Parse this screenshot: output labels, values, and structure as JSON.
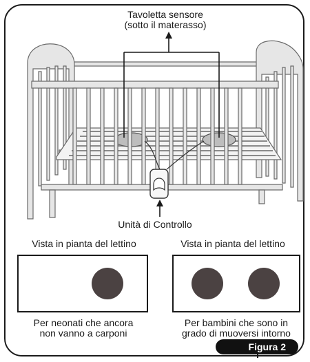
{
  "labels": {
    "sensor_line1": "Tavoletta sensore",
    "sensor_line2": "(sotto il materasso)",
    "control_unit": "Unità di Controllo"
  },
  "plan_left": {
    "title": "Vista in pianta del lettino",
    "caption_line1": "Per neonati che ancora",
    "caption_line2": "non vanno a carponi",
    "pads": 1
  },
  "plan_right": {
    "title": "Vista in pianta del lettino",
    "caption_line1": "Per bambini che sono in",
    "caption_line2": "grado di muoversi intorno",
    "pads": 2
  },
  "figure_badge": "Figura 2",
  "colors": {
    "pad": "#4b4242",
    "crib_fill": "#e6e6e6",
    "outline": "#1a1a1a"
  }
}
